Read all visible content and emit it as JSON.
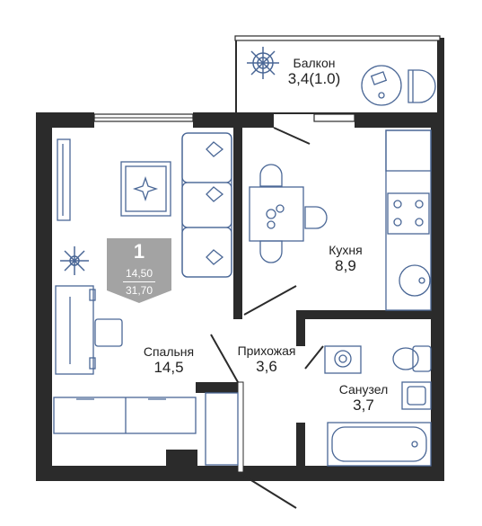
{
  "badge": {
    "rooms": "1",
    "living_area": "14,50",
    "total_area": "31,70",
    "fill_color": "#a3a3a3"
  },
  "rooms": {
    "balcony": {
      "name": "Балкон",
      "area": "3,4(1.0)"
    },
    "kitchen": {
      "name": "Кухня",
      "area": "8,9"
    },
    "bedroom": {
      "name": "Спальня",
      "area": "14,5"
    },
    "hallway": {
      "name": "Прихожая",
      "area": "3,6"
    },
    "bathroom": {
      "name": "Санузел",
      "area": "3,7"
    }
  },
  "colors": {
    "wall": "#2b2b2b",
    "furniture": "#4a6796",
    "background": "#ffffff"
  },
  "icons": [
    "snowflake-icon",
    "star-icon"
  ]
}
